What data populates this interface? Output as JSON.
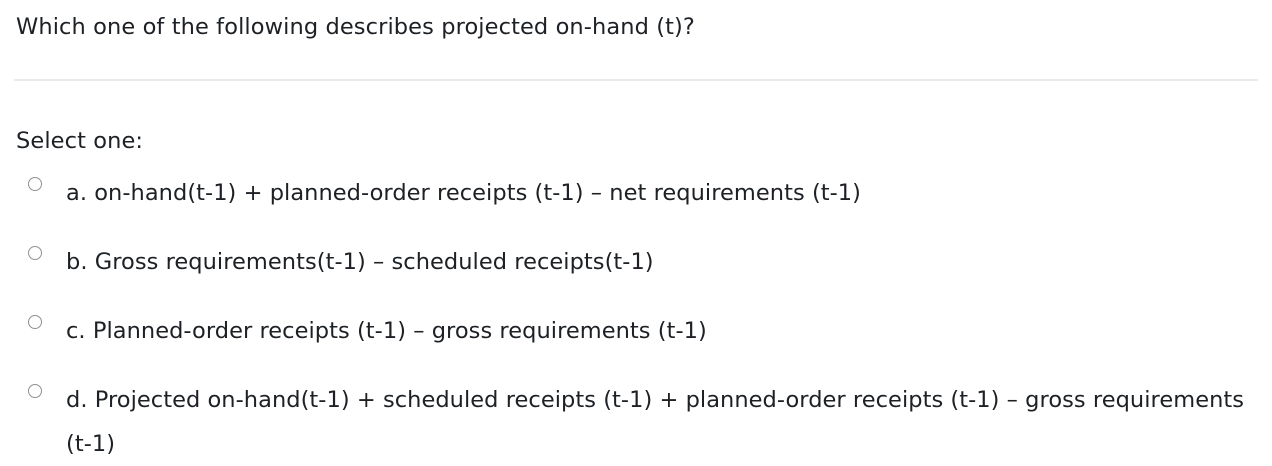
{
  "question": {
    "stem": "Which one of the following describes projected on-hand (t)?",
    "instruction": "Select one:",
    "options": [
      {
        "id": "a",
        "label": "a. on-hand(t-1) + planned-order receipts (t-1) – net requirements (t-1)",
        "selected": false,
        "radio_icon": "radio-unchecked-icon"
      },
      {
        "id": "b",
        "label": "b. Gross requirements(t-1) – scheduled receipts(t-1)",
        "selected": false,
        "radio_icon": "radio-unchecked-icon"
      },
      {
        "id": "c",
        "label": "c. Planned-order receipts (t-1) – gross requirements (t-1)",
        "selected": false,
        "radio_icon": "radio-unchecked-icon"
      },
      {
        "id": "d",
        "label": "d. Projected on-hand(t-1) + scheduled receipts (t-1) + planned-order receipts (t-1) – gross requirements (t-1)",
        "selected": false,
        "radio_icon": "radio-unchecked-icon"
      }
    ]
  },
  "colors": {
    "background": "#ffffff",
    "text": "#1d2125",
    "divider": "#e9eaee",
    "radio_border": "#8d9197"
  }
}
